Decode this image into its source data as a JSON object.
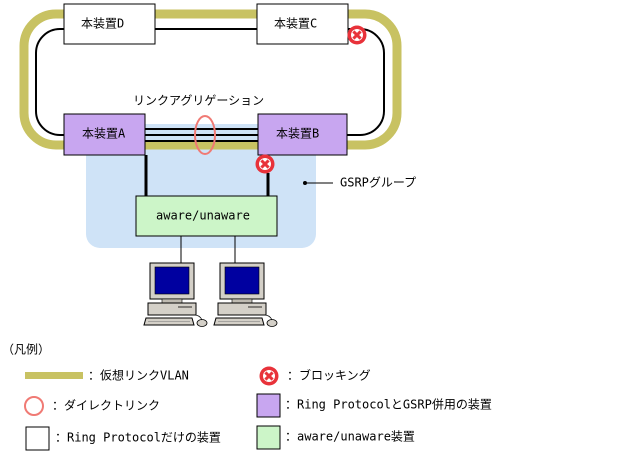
{
  "devices": {
    "d": "本装置D",
    "c": "本装置C",
    "a": "本装置A",
    "b": "本装置B",
    "aware": "aware/unaware"
  },
  "labels": {
    "link_aggregation": "リンクアグリゲーション",
    "gsrp_group": "GSRPグループ"
  },
  "legend": {
    "title": "（凡例）",
    "virtual_link_vlan": "：仮想リンクVLAN",
    "direct_link": "：ダイレクトリンク",
    "ring_only": "：Ring Protocolだけの装置",
    "blocking": "：ブロッキング",
    "ring_and_gsrp": "：Ring ProtocolとGSRP併用の装置",
    "aware_unaware_device": "：aware/unaware装置"
  },
  "colors": {
    "virtual_link": "#c8c262",
    "gsrp_area": "#cfe3f7",
    "ring_gsrp_device": "#c8a6f0",
    "aware_device": "#ccf5c8",
    "blocking_red": "#e8323a",
    "direct_link_circle": "#f07a74"
  },
  "icons": [
    "pc-icon",
    "pc-icon",
    "blocking-icon",
    "blocking-icon"
  ]
}
